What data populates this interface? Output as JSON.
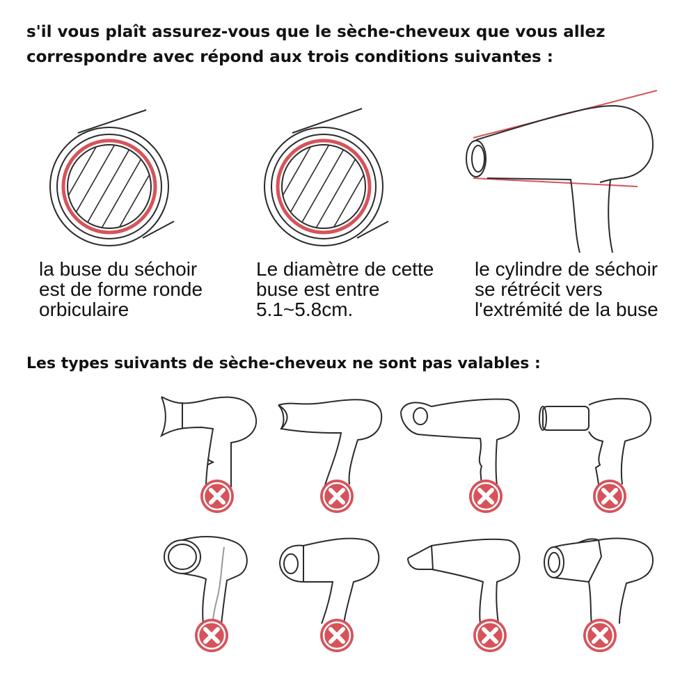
{
  "header": {
    "intro_lines": [
      "s'il vous plaît assurez-vous que le sèche-cheveux que vous allez",
      "correspondre avec répond aux trois conditions suivantes :"
    ]
  },
  "conditions": [
    {
      "icon": "round-nozzle-icon",
      "lines": [
        "la buse du séchoir",
        "est de forme ronde",
        "orbiculaire"
      ]
    },
    {
      "icon": "nozzle-diameter-icon",
      "lines": [
        "Le diamètre de cette",
        "buse est entre",
        "5.1~5.8cm."
      ]
    },
    {
      "icon": "tapered-hair-dryer-icon",
      "lines": [
        "le cylindre de séchoir",
        "se rétrécit vers",
        "l'extrémité de la buse"
      ]
    }
  ],
  "invalid_section": {
    "title": "Les types suivants de sèche-cheveux ne sont pas valables :",
    "items": [
      {
        "icon": "flared-nozzle-dryer-icon"
      },
      {
        "icon": "pinched-nozzle-dryer-icon"
      },
      {
        "icon": "wide-diffuser-dryer-icon"
      },
      {
        "icon": "long-tube-dryer-icon"
      },
      {
        "icon": "bulbous-dryer-icon"
      },
      {
        "icon": "angled-cap-dryer-icon"
      },
      {
        "icon": "slanted-nozzle-dryer-icon"
      },
      {
        "icon": "ring-nozzle-dryer-icon"
      }
    ],
    "mark_icon": "cross-mark-icon"
  },
  "colors": {
    "accent": "#d6535a",
    "line": "#2a2a2a",
    "text": "#111111"
  }
}
